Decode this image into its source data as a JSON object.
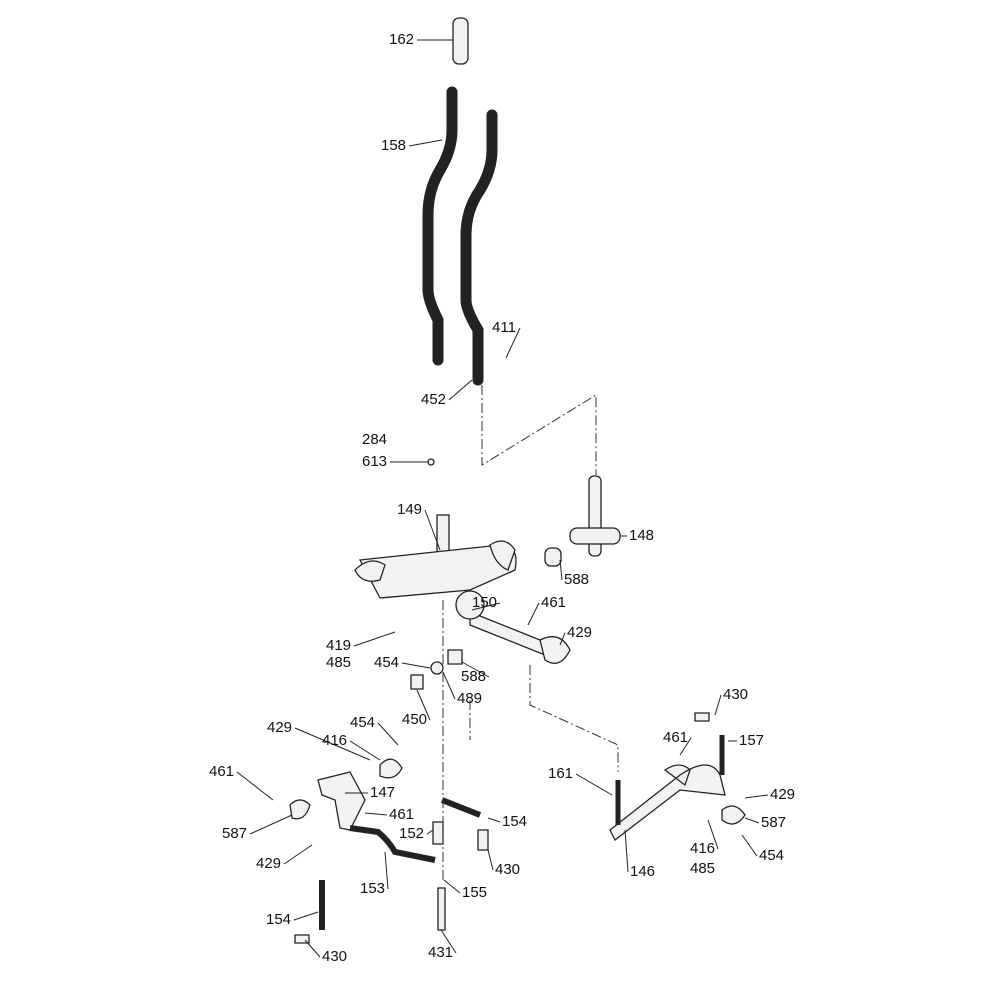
{
  "diagram": {
    "type": "exploded parts diagram",
    "line_color": "#222222",
    "part_fill": "#f2f2f2",
    "callouts": [
      "162",
      "158",
      "411",
      "452",
      "284",
      "613",
      "149",
      "148",
      "588",
      "150",
      "461",
      "429",
      "419",
      "485",
      "454",
      "588",
      "489",
      "450",
      "429",
      "454",
      "416",
      "461",
      "147",
      "461",
      "587",
      "429",
      "152",
      "154",
      "430",
      "153",
      "155",
      "154",
      "430",
      "431",
      "430",
      "461",
      "157",
      "161",
      "429",
      "587",
      "416",
      "485",
      "454",
      "146"
    ]
  }
}
